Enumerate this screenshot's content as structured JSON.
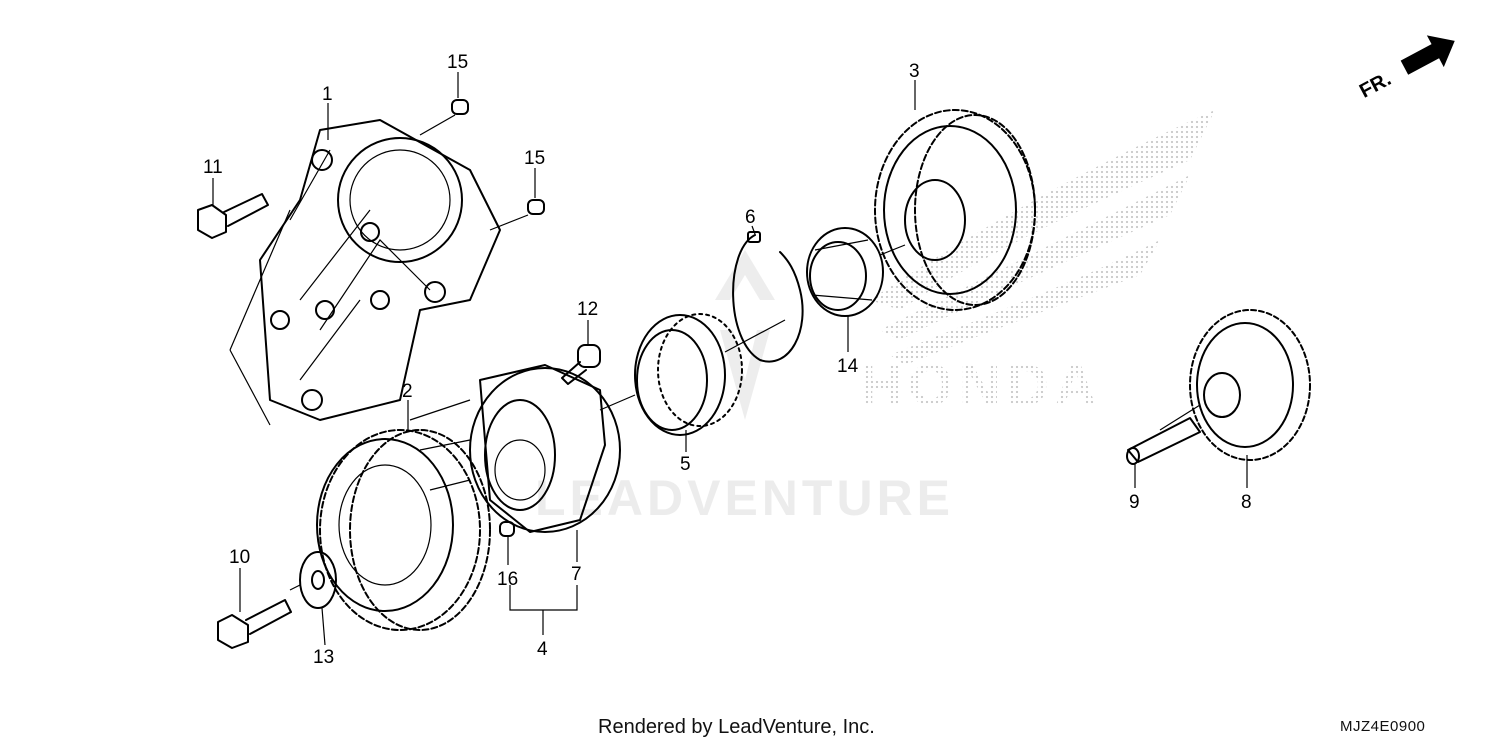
{
  "diagram": {
    "direction_label": "FR.",
    "watermark_brand": "HONDA",
    "watermark_text": "LEADVENTURE",
    "callouts": [
      "1",
      "2",
      "3",
      "4",
      "5",
      "6",
      "7",
      "8",
      "9",
      "10",
      "11",
      "12",
      "13",
      "14",
      "15",
      "15",
      "16"
    ]
  },
  "footer": {
    "rendered_by": "Rendered by LeadVenture, Inc.",
    "diagram_code": "MJZ4E0900"
  },
  "colors": {
    "ink": "#000000",
    "watermark": "#d8d8d8",
    "background": "#ffffff"
  }
}
